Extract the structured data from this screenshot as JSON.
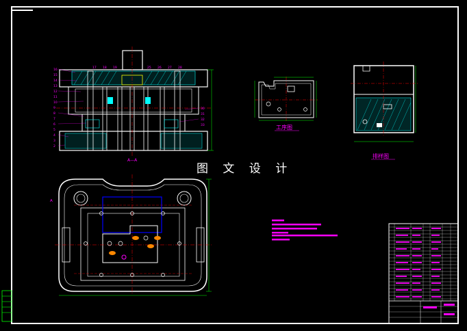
{
  "drawing": {
    "watermark": "图 文 设 计",
    "labels": {
      "section_view": "A—A",
      "process_drawing": "工序图",
      "strip_layout": "排样图",
      "section_marker": "A"
    },
    "colors": {
      "background": "#000000",
      "frame": "#ffffff",
      "dimension": "#00ff00",
      "centerline": "#ff0000",
      "hatch": "#00ffff",
      "part_outline": "#0000ff",
      "annotation": "#ff00ff",
      "numbers": "#ff00ff"
    }
  }
}
